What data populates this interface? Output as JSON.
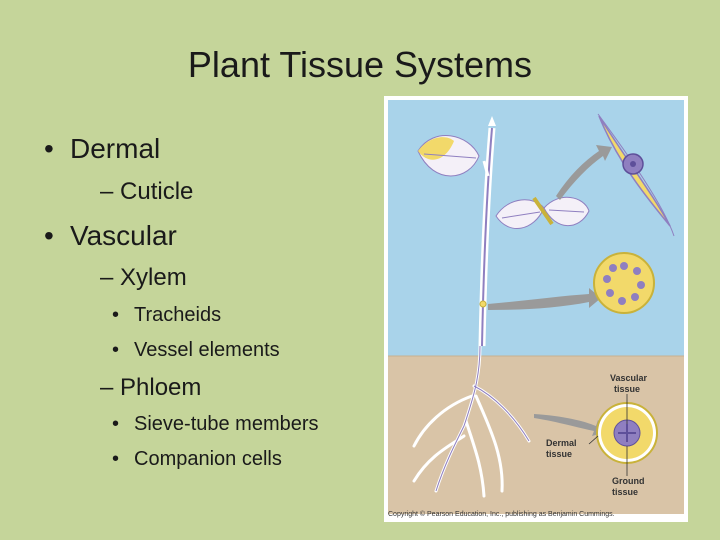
{
  "title": "Plant Tissue Systems",
  "bullets": [
    {
      "text": "Dermal",
      "level": 1
    },
    {
      "text": "Cuticle",
      "level": 2
    },
    {
      "text": "Vascular",
      "level": 1
    },
    {
      "text": "Xylem",
      "level": 2
    },
    {
      "text": "Tracheids",
      "level": 3
    },
    {
      "text": "Vessel elements",
      "level": 3
    },
    {
      "text": "Phloem",
      "level": 2
    },
    {
      "text": "Sieve-tube members",
      "level": 3
    },
    {
      "text": "Companion cells",
      "level": 3
    }
  ],
  "figure": {
    "labels": {
      "vascular": [
        "Vascular",
        "tissue"
      ],
      "dermal": [
        "Dermal",
        "tissue"
      ],
      "ground": [
        "Ground",
        "tissue"
      ]
    },
    "copyright": "Copyright © Pearson Education, Inc., publishing as Benjamin Cummings."
  }
}
